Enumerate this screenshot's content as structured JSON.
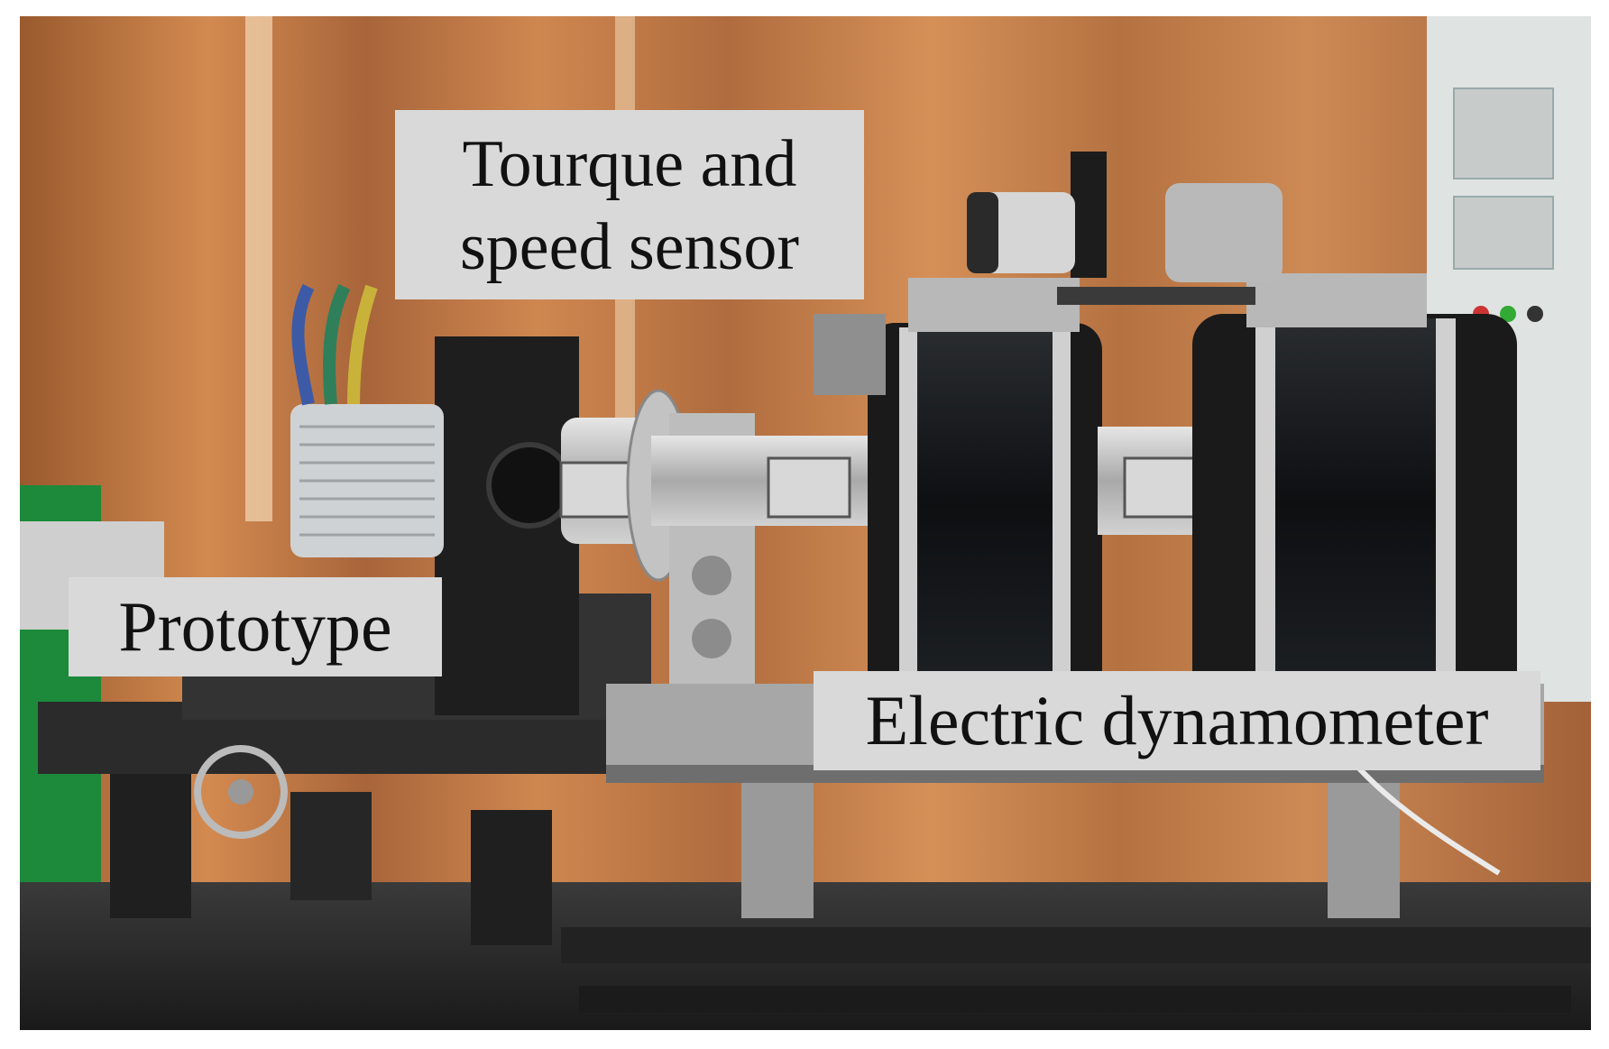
{
  "labels": {
    "torque_line1": "Tourque and",
    "torque_line2": "speed sensor",
    "prototype": "Prototype",
    "dynamometer": "Electric dynamometer"
  },
  "colors": {
    "curtain": "#c27a44",
    "label_bg": "#d9d9d9",
    "coil": "#101214",
    "metal": "#c8c8c8",
    "table": "#2a2a2a"
  }
}
